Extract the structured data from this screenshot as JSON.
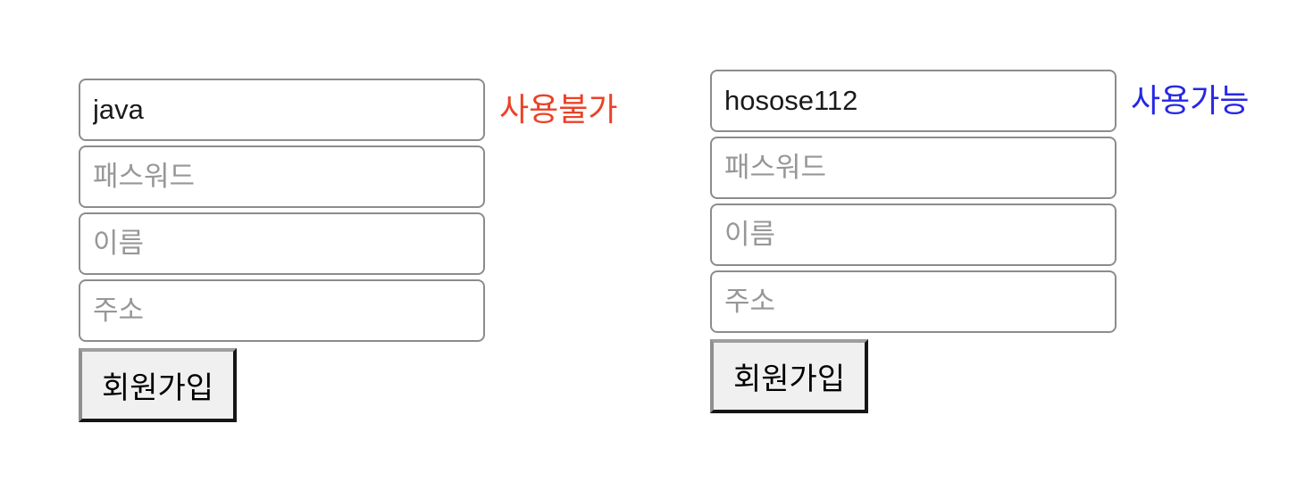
{
  "colors": {
    "status_unavailable": "#ea4228",
    "status_available": "#2727e6",
    "input_border": "#8c8c8c",
    "placeholder_text": "#979797",
    "button_background": "#f0f0f0",
    "page_background": "#ffffff"
  },
  "forms": [
    {
      "username_value": "java",
      "status_label": "사용불가",
      "password_placeholder": "패스워드",
      "name_placeholder": "이름",
      "address_placeholder": "주소",
      "submit_label": "회원가입"
    },
    {
      "username_value": "hosose112",
      "status_label": "사용가능",
      "password_placeholder": "패스워드",
      "name_placeholder": "이름",
      "address_placeholder": "주소",
      "submit_label": "회원가입"
    }
  ]
}
